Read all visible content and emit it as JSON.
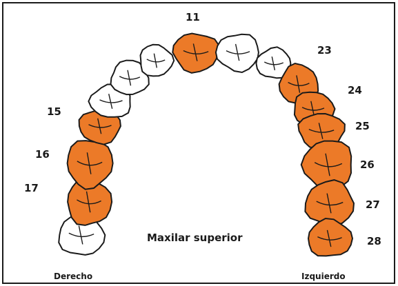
{
  "title": "Maxilar superior",
  "side_left": "Derecho",
  "side_right": "Izquierdo",
  "colors": {
    "marked": "#ec7a28",
    "unmarked": "#ffffff",
    "outline": "#1a1a1a"
  },
  "teeth": [
    {
      "id": "18",
      "marked": false,
      "label": ""
    },
    {
      "id": "17",
      "marked": true,
      "label": "17"
    },
    {
      "id": "16",
      "marked": true,
      "label": "16"
    },
    {
      "id": "15",
      "marked": true,
      "label": "15"
    },
    {
      "id": "14",
      "marked": false,
      "label": ""
    },
    {
      "id": "13",
      "marked": false,
      "label": ""
    },
    {
      "id": "12",
      "marked": false,
      "label": ""
    },
    {
      "id": "11",
      "marked": true,
      "label": "11"
    },
    {
      "id": "21",
      "marked": false,
      "label": ""
    },
    {
      "id": "22",
      "marked": false,
      "label": ""
    },
    {
      "id": "23",
      "marked": true,
      "label": "23"
    },
    {
      "id": "24",
      "marked": true,
      "label": "24"
    },
    {
      "id": "25",
      "marked": true,
      "label": "25"
    },
    {
      "id": "26",
      "marked": true,
      "label": "26"
    },
    {
      "id": "27",
      "marked": true,
      "label": "27"
    },
    {
      "id": "28",
      "marked": true,
      "label": "28"
    }
  ]
}
